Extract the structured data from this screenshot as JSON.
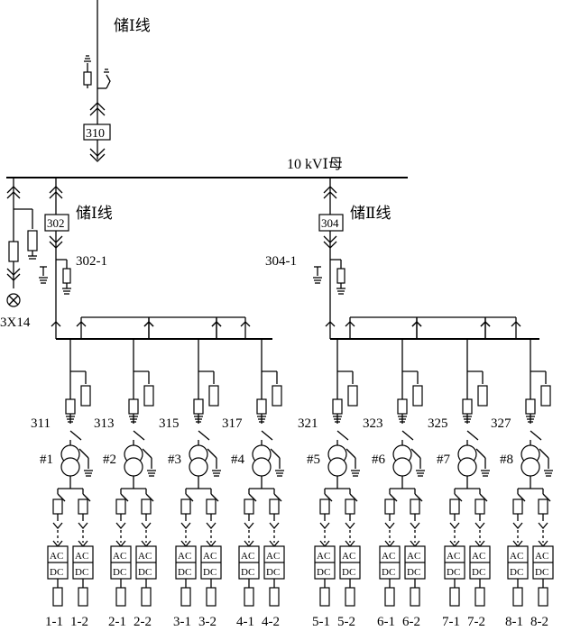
{
  "incoming": {
    "line_label": "储Ⅰ线",
    "breaker_label": "310"
  },
  "main_bus": {
    "label": "10 kVⅠ母"
  },
  "feeders": [
    {
      "line_label": "储Ⅰ线",
      "breaker_label": "302",
      "switch_label": "302-1"
    },
    {
      "line_label": "储Ⅱ线",
      "breaker_label": "304",
      "switch_label": "304-1"
    }
  ],
  "pt_label": "3X14",
  "units": [
    {
      "switch": "311",
      "transformer": "#1",
      "outputs": [
        "1-1",
        "1-2"
      ]
    },
    {
      "switch": "313",
      "transformer": "#2",
      "outputs": [
        "2-1",
        "2-2"
      ]
    },
    {
      "switch": "315",
      "transformer": "#3",
      "outputs": [
        "3-1",
        "3-2"
      ]
    },
    {
      "switch": "317",
      "transformer": "#4",
      "outputs": [
        "4-1",
        "4-2"
      ]
    },
    {
      "switch": "321",
      "transformer": "#5",
      "outputs": [
        "5-1",
        "5-2"
      ]
    },
    {
      "switch": "323",
      "transformer": "#6",
      "outputs": [
        "6-1",
        "6-2"
      ]
    },
    {
      "switch": "325",
      "transformer": "#7",
      "outputs": [
        "7-1",
        "7-2"
      ]
    },
    {
      "switch": "327",
      "transformer": "#8",
      "outputs": [
        "8-1",
        "8-2"
      ]
    }
  ],
  "converter": {
    "ac": "AC",
    "dc": "DC"
  }
}
